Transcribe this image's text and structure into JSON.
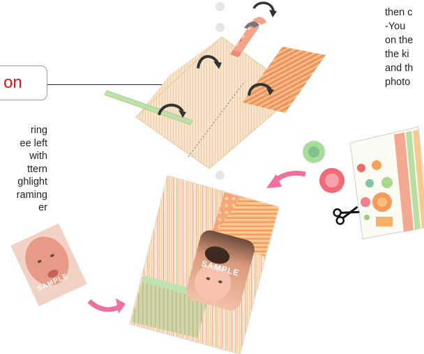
{
  "callout": {
    "label": "on"
  },
  "left_text": {
    "lines": [
      "ring",
      "ee left",
      "with",
      "ttern",
      "ghlight",
      "raming",
      "er"
    ]
  },
  "right_text": {
    "lines": [
      "then c",
      "-You",
      "on the",
      "the ki",
      "and th",
      "photo"
    ]
  },
  "sample_labels": {
    "main_photo": "SAMPLE",
    "small_photo": "SAMPLE"
  },
  "colors": {
    "callout_text": "#e0151b",
    "arrow_pink": "#f06ea0",
    "arrow_dark": "#333333"
  }
}
